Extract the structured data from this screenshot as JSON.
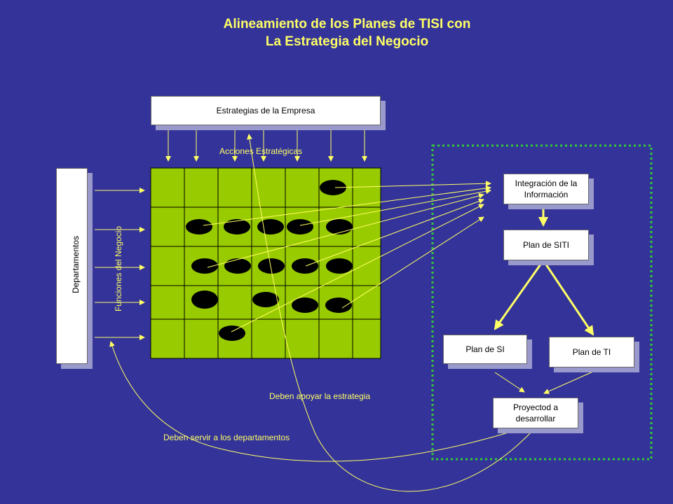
{
  "title": {
    "line1": "Alineamiento de los Planes de TISI con",
    "line2": "La Estrategia del Negocio"
  },
  "boxes": {
    "estrategias": "Estrategias de la Empresa",
    "departamentos": "Departamentos",
    "integracion": "Integración de la Información",
    "plan_siti": "Plan de SITI",
    "plan_si": "Plan de SI",
    "plan_ti": "Plan de TI",
    "proyecto": "Proyectod a desarrollar"
  },
  "labels": {
    "acciones": "Acciones Estratégicas",
    "funciones": "Funciones del Negocio",
    "apoyar": "Deben apoyar la estrategia",
    "servir": "Deben servir a los departamentos"
  },
  "colors": {
    "background": "#333399",
    "title": "#ffff66",
    "grid": "#99cc00",
    "arrow": "#ffff66",
    "dotted_frame": "#33cc33"
  }
}
